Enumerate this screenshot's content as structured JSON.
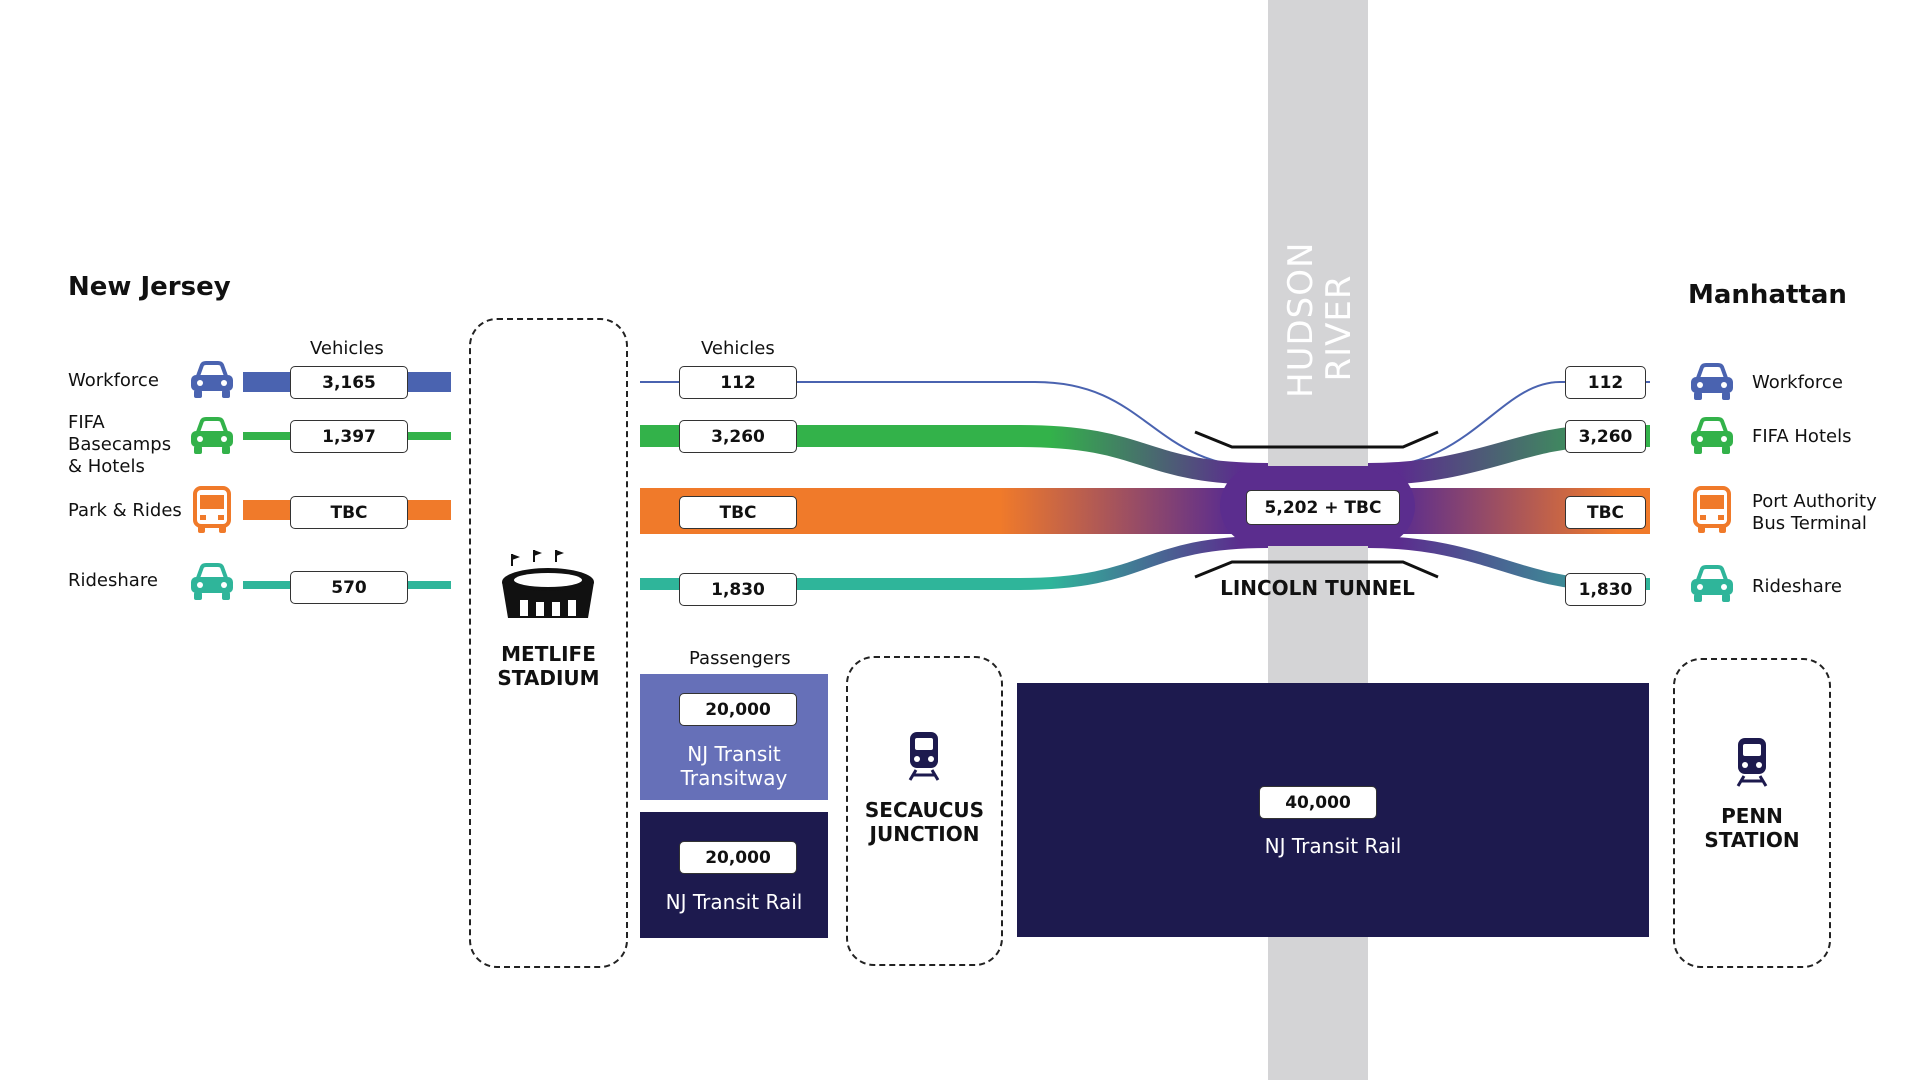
{
  "regions": {
    "left_title": "New Jersey",
    "right_title": "Manhattan",
    "river": [
      "HUDSON",
      "RIVER"
    ]
  },
  "column_headers": {
    "left_vehicles": "Vehicles",
    "mid_vehicles": "Vehicles",
    "passengers": "Passengers"
  },
  "nj_rows": [
    {
      "label": "Workforce",
      "value": "3,165",
      "color": "#4a63b0",
      "icon": "car-icon"
    },
    {
      "label": "FIFA\nBasecamps\n& Hotels",
      "value": "1,397",
      "color": "#33b24a",
      "icon": "car-icon"
    },
    {
      "label": "Park & Rides",
      "value": "TBC",
      "color": "#f07a2a",
      "icon": "bus-icon"
    },
    {
      "label": "Rideshare",
      "value": "570",
      "color": "#2fb59a",
      "icon": "car-icon"
    }
  ],
  "mid_rows": [
    {
      "value": "112"
    },
    {
      "value": "3,260"
    },
    {
      "value": "TBC"
    },
    {
      "value": "1,830"
    }
  ],
  "manhattan_rows": [
    {
      "label": "Workforce",
      "value": "112",
      "color": "#4a63b0",
      "icon": "car-icon"
    },
    {
      "label": "FIFA Hotels",
      "value": "3,260",
      "color": "#33b24a",
      "icon": "car-icon"
    },
    {
      "label": "Port Authority\nBus Terminal",
      "value": "TBC",
      "color": "#f07a2a",
      "icon": "bus-icon"
    },
    {
      "label": "Rideshare",
      "value": "1,830",
      "color": "#2fb59a",
      "icon": "car-icon"
    }
  ],
  "tunnel": {
    "name": "LINCOLN TUNNEL",
    "value": "5,202 + TBC",
    "color": "#5b2d8e"
  },
  "stations": {
    "metlife": "METLIFE\nSTADIUM",
    "secaucus": "SECAUCUS\nJUNCTION",
    "penn": "PENN\nSTATION"
  },
  "transit": [
    {
      "label": "NJ Transit\nTransitway",
      "value": "20,000",
      "color": "#6670b8"
    },
    {
      "label": "NJ Transit Rail",
      "value": "20,000",
      "color": "#1d1a4e"
    },
    {
      "label": "NJ Transit Rail",
      "value": "40,000",
      "color": "#1d1a4e"
    }
  ],
  "colors": {
    "river": "#d4d4d6",
    "workforce": "#4a63b0",
    "fifa": "#33b24a",
    "bus": "#f07a2a",
    "rideshare": "#2fb59a",
    "tunnel": "#5b2d8e",
    "rail": "#1d1a4e"
  }
}
